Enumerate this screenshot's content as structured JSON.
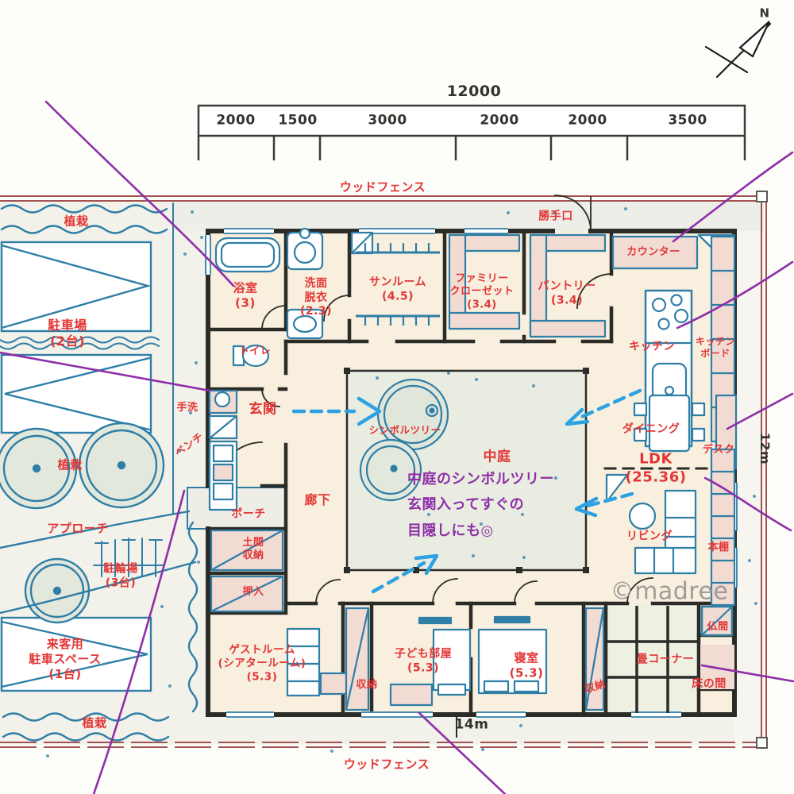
{
  "compass": {
    "north": "N"
  },
  "dimensions": {
    "top_total": "12000",
    "top_segments": [
      "2000",
      "1500",
      "3000",
      "2000",
      "2000",
      "3500"
    ],
    "right": "12m",
    "bottom": "14m"
  },
  "fence": {
    "top": "ウッドフェンス",
    "bottom": "ウッドフェンス"
  },
  "site": {
    "planting_top": "植栽",
    "planting_mid": "植栽",
    "planting_bottom": "植栽",
    "parking": "駐車場\n(2台)",
    "approach": "アプローチ",
    "bicycle_parking": "駐輪場\n(3台)",
    "guest_parking": "来客用\n駐車スペース\n(1台)",
    "hand_wash": "手洗",
    "bench": "ベンチ"
  },
  "rooms": {
    "bath": "浴室\n(3)",
    "washroom": "洗面\n脱衣\n(2.3)",
    "sunroom": "サンルーム\n(4.5)",
    "family_closet": "ファミリー\nクローゼット\n(3.4)",
    "pantry": "パントリー\n(3.4)",
    "back_door": "勝手口",
    "counter": "カウンター",
    "kitchen": "キッチン",
    "kitchen_board": "キッチン\nボード",
    "toilet": "トイレ",
    "entrance": "玄関",
    "porch": "ポーチ",
    "corridor": "廊下",
    "doma_storage": "土間\n収納",
    "oshiire": "押入",
    "guest_room": "ゲストルーム\n(シアタールーム)\n(5.3)",
    "storage_left": "収納",
    "kids_room": "子ども部屋\n(5.3)",
    "bedroom": "寝室\n(5.3)",
    "storage_right": "収納",
    "dining": "ダイニング",
    "ldk": "LDK\n(25.36)",
    "desk": "デスク",
    "living": "リビング",
    "bookshelf": "本棚",
    "butsuma": "仏間",
    "tatami_corner": "畳コーナー",
    "tokonoma": "床の間",
    "courtyard": "中庭",
    "symbol_tree": "シンボルツリー"
  },
  "annotation": {
    "courtyard_note": "中庭のシンボルツリー\n玄関入ってすぐの\n目隠しにも◎"
  },
  "watermark": "©madree",
  "colors": {
    "label_red": "#e23636",
    "line_blue": "#2f7ea6",
    "annotation_purple": "#8e2fa8",
    "arrow_blue": "#2da2e2",
    "fence_brown": "#a35353",
    "wall_black": "#2b2b27"
  }
}
